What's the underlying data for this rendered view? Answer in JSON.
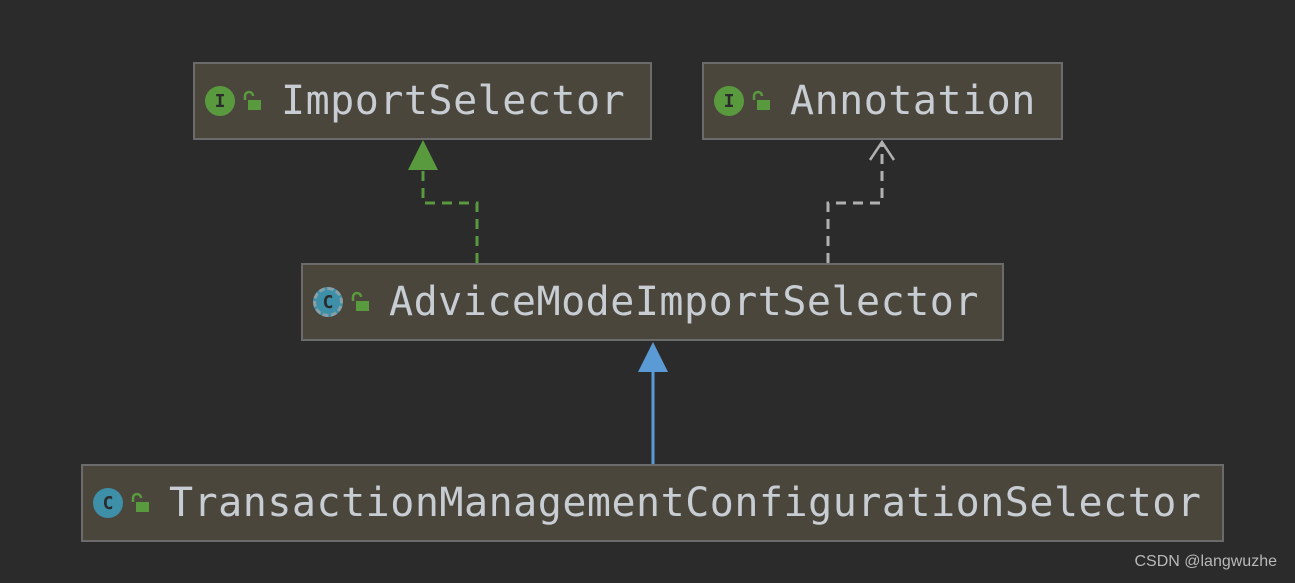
{
  "nodes": {
    "import_selector": {
      "kind": "interface",
      "kind_letter": "I",
      "name": "ImportSelector"
    },
    "annotation": {
      "kind": "interface",
      "kind_letter": "I",
      "name": "Annotation"
    },
    "advice_mode_import_selector": {
      "kind": "abstract-class",
      "kind_letter": "C",
      "name": "AdviceModeImportSelector"
    },
    "transaction_management_configuration_selector": {
      "kind": "class",
      "kind_letter": "C",
      "name": "TransactionManagementConfigurationSelector"
    }
  },
  "edges": [
    {
      "from": "AdviceModeImportSelector",
      "to": "ImportSelector",
      "type": "implements",
      "color": "#5a9a3f"
    },
    {
      "from": "AdviceModeImportSelector",
      "to": "Annotation",
      "type": "implements",
      "color": "#b0b0b0"
    },
    {
      "from": "TransactionManagementConfigurationSelector",
      "to": "AdviceModeImportSelector",
      "type": "extends",
      "color": "#5b9bd5"
    }
  ],
  "colors": {
    "background": "#2b2b2b",
    "node_fill": "#4a463c",
    "interface_badge": "#5a9a3f",
    "class_badge": "#3e8fa8",
    "lock_icon": "#5a9a3f"
  },
  "watermark": "CSDN @langwuzhe"
}
